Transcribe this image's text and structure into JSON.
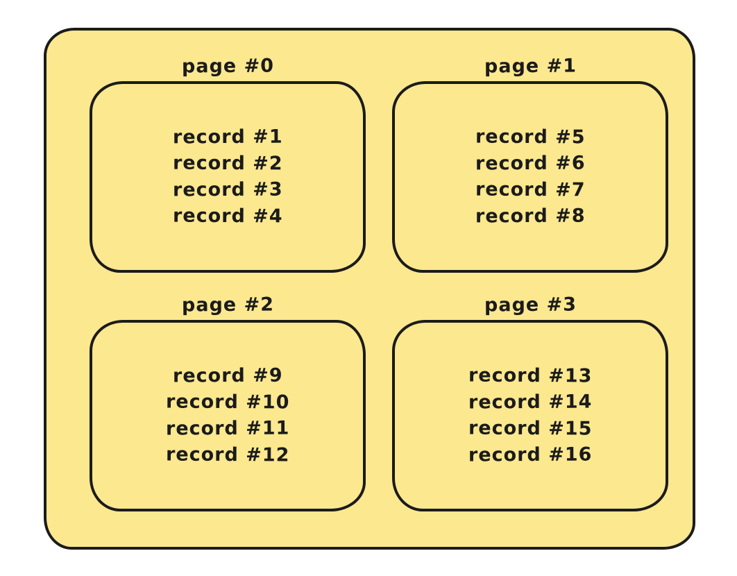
{
  "diagram": {
    "canvas_background": "#ffffff",
    "container": {
      "fill_color": "#fce88f",
      "stroke_color": "#1b1b1b"
    },
    "pages": [
      {
        "label": "page #0",
        "records": [
          "record #1",
          "record #2",
          "record #3",
          "record #4"
        ]
      },
      {
        "label": "page #1",
        "records": [
          "record #5",
          "record #6",
          "record #7",
          "record #8"
        ]
      },
      {
        "label": "page #2",
        "records": [
          "record #9",
          "record #10",
          "record #11",
          "record #12"
        ]
      },
      {
        "label": "page #3",
        "records": [
          "record #13",
          "record #14",
          "record #15",
          "record #16"
        ]
      }
    ]
  }
}
